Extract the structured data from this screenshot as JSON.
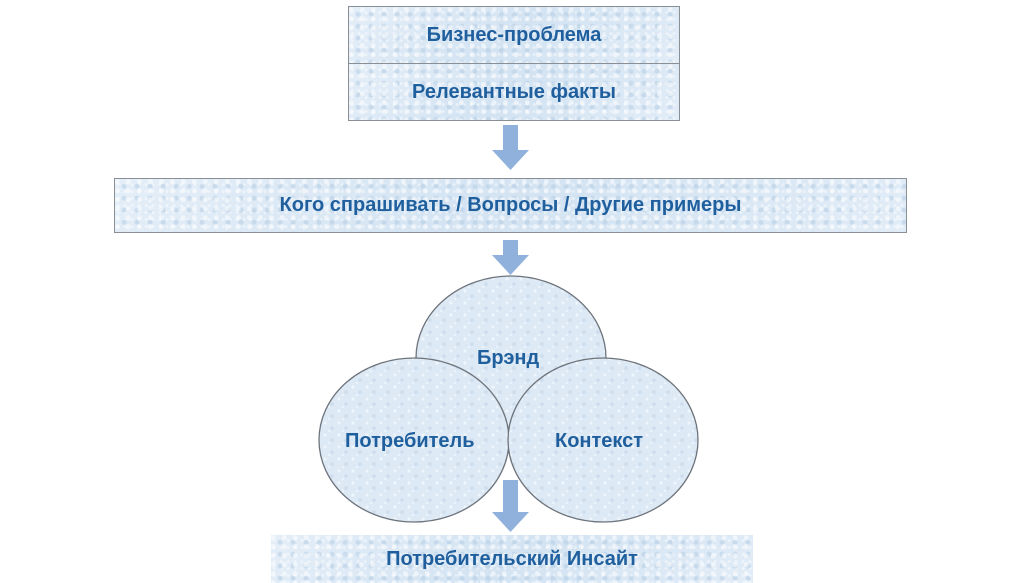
{
  "top_box": {
    "line1": "Бизнес-проблема",
    "line2": "Релевантные факты"
  },
  "middle_box": {
    "label": "Кого спрашивать / Вопросы / Другие примеры"
  },
  "circles": {
    "top": "Брэнд",
    "left": "Потребитель",
    "right": "Контекст"
  },
  "bottom_box": {
    "label": "Потребительский Инсайт"
  },
  "colors": {
    "text": "#1f5f9e",
    "arrow": "#8fb1dc",
    "fill": "#dde9f4",
    "border": "#8a8f96"
  }
}
